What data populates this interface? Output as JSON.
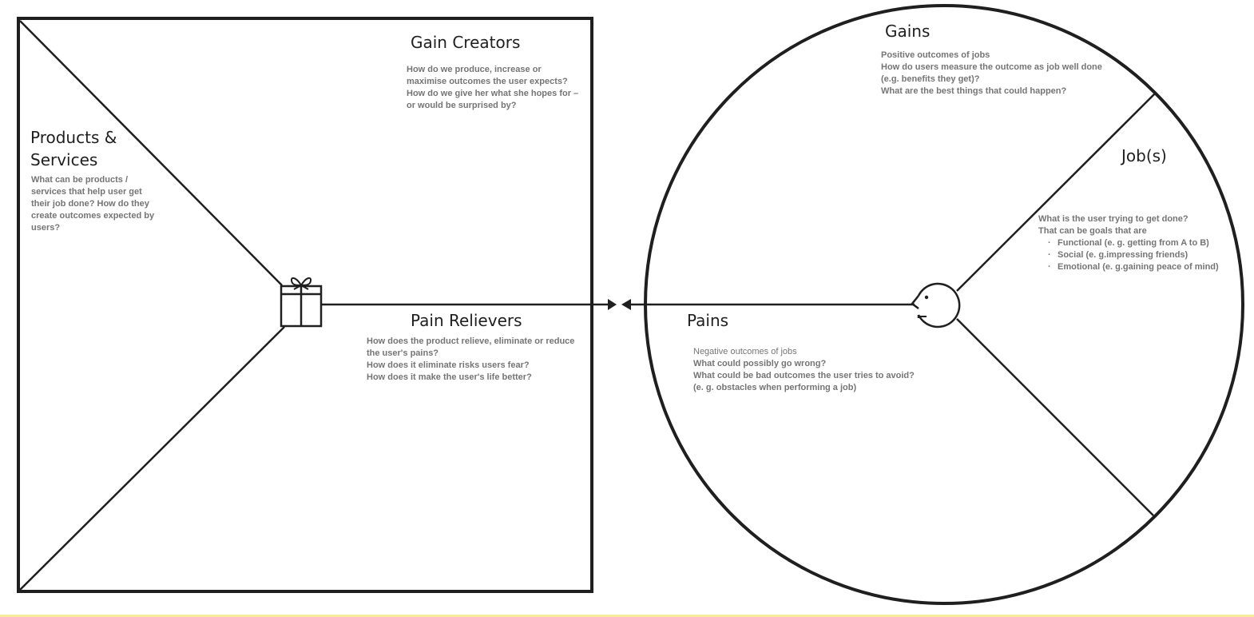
{
  "value_map": {
    "gain_creators": {
      "title": "Gain Creators",
      "lines": [
        "How do we produce, increase or",
        "maximise outcomes the user expects?",
        "How do we give her what she hopes for –",
        "or would be surprised by?"
      ]
    },
    "products_services": {
      "title_line1": "Products &",
      "title_line2": "Services",
      "lines": [
        "What can be products /",
        "services that help user get",
        "their job done? How do they",
        "create outcomes expected by",
        "users?"
      ]
    },
    "pain_relievers": {
      "title": "Pain Relievers",
      "lines": [
        "How does the product relieve, eliminate or reduce",
        "the user's pains?",
        "How does it eliminate risks users fear?",
        "How does it make the user's life better?"
      ]
    },
    "icon": "gift-icon"
  },
  "customer_profile": {
    "gains": {
      "title": "Gains",
      "lines": [
        "Positive outcomes of jobs",
        "How do users measure the outcome as job well done",
        "(e.g. benefits they get)?",
        "What are the best things that could happen?"
      ]
    },
    "jobs": {
      "title": "Job(s)",
      "lines": [
        "What is the user trying to get done?",
        "That can be goals that are"
      ],
      "bullets": [
        "Functional (e. g. getting from A to B)",
        "Social (e. g.impressing friends)",
        "Emotional (e. g.gaining peace of mind)"
      ]
    },
    "pains": {
      "title": "Pains",
      "lead": "Negative outcomes of jobs",
      "lines": [
        "What could possibly go wrong?",
        "What could be bad outcomes the user tries to avoid?",
        "(e. g. obstacles when performing a job)"
      ]
    },
    "icon": "face-icon"
  },
  "colors": {
    "stroke": "#1f1f1f",
    "text_secondary": "#757575",
    "bottom_strip": "#f4ec9a"
  }
}
